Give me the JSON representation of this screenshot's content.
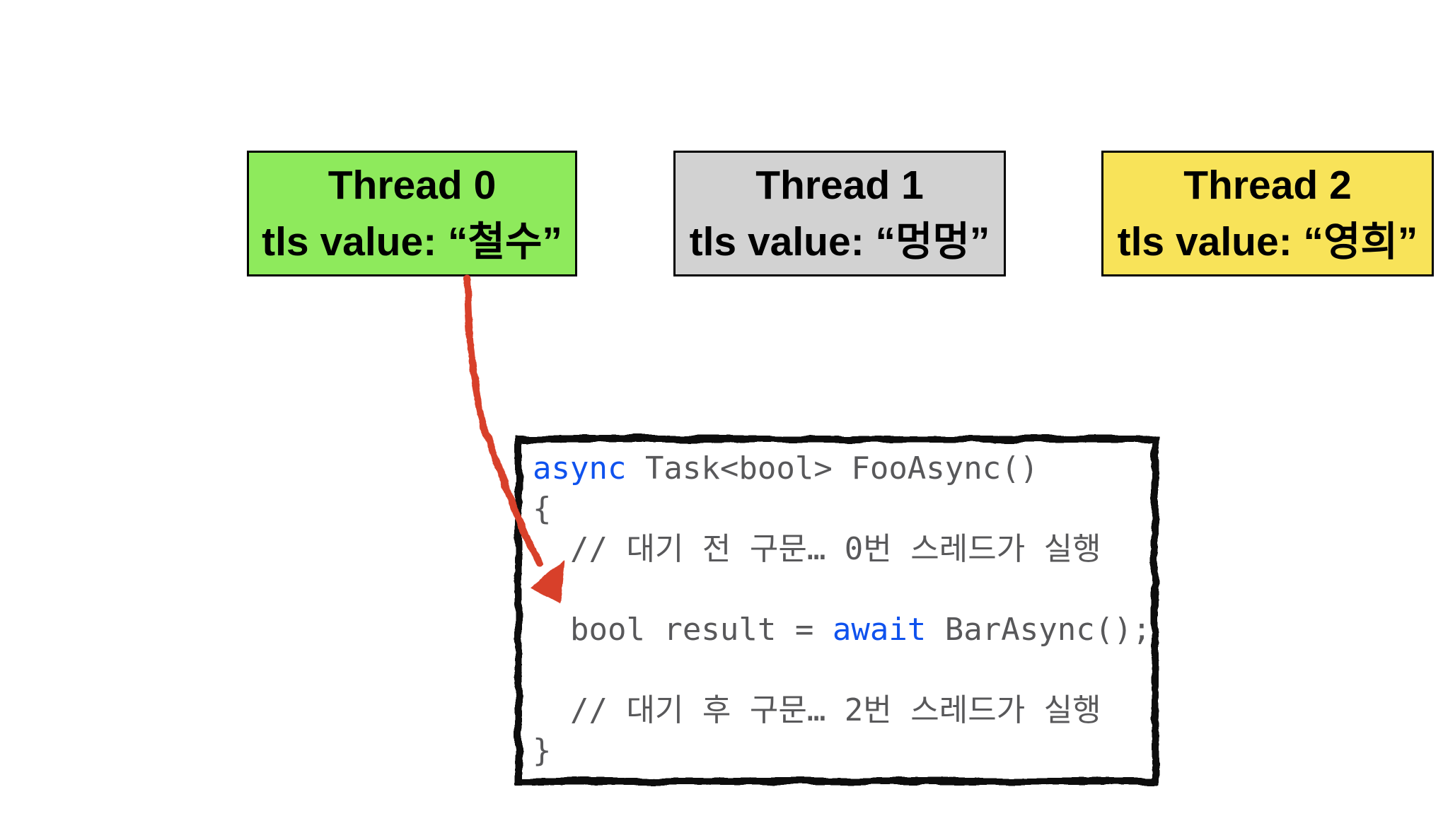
{
  "canvas": {
    "background": "#ffffff"
  },
  "thread_boxes": [
    {
      "title": "Thread 0",
      "tls_label": "tls value: “철수”",
      "fill": "#8EEA5C"
    },
    {
      "title": "Thread 1",
      "tls_label": "tls value: “멍멍”",
      "fill": "#D2D2D2"
    },
    {
      "title": "Thread 2",
      "tls_label": "tls value: “영희”",
      "fill": "#F8E359"
    }
  ],
  "code_block": {
    "border_color": "#111111",
    "text_color": "#58585A",
    "keyword_color": "#0F52EE",
    "lines": [
      [
        {
          "t": "async",
          "k": true
        },
        {
          "t": " Task<bool> FooAsync()",
          "k": false
        }
      ],
      [
        {
          "t": "{",
          "k": false
        }
      ],
      [
        {
          "t": "  // 대기 전 구문… 0번 스레드가 실행",
          "k": false
        }
      ],
      [],
      [
        {
          "t": "  bool result = ",
          "k": false
        },
        {
          "t": "await",
          "k": true
        },
        {
          "t": " BarAsync();",
          "k": false
        }
      ],
      [],
      [
        {
          "t": "  // 대기 후 구문… 2번 스레드가 실행",
          "k": false
        }
      ],
      [
        {
          "t": "}",
          "k": false
        }
      ]
    ]
  },
  "arrow": {
    "color": "#D8402C",
    "from": "Thread 0",
    "to": "code_block"
  }
}
